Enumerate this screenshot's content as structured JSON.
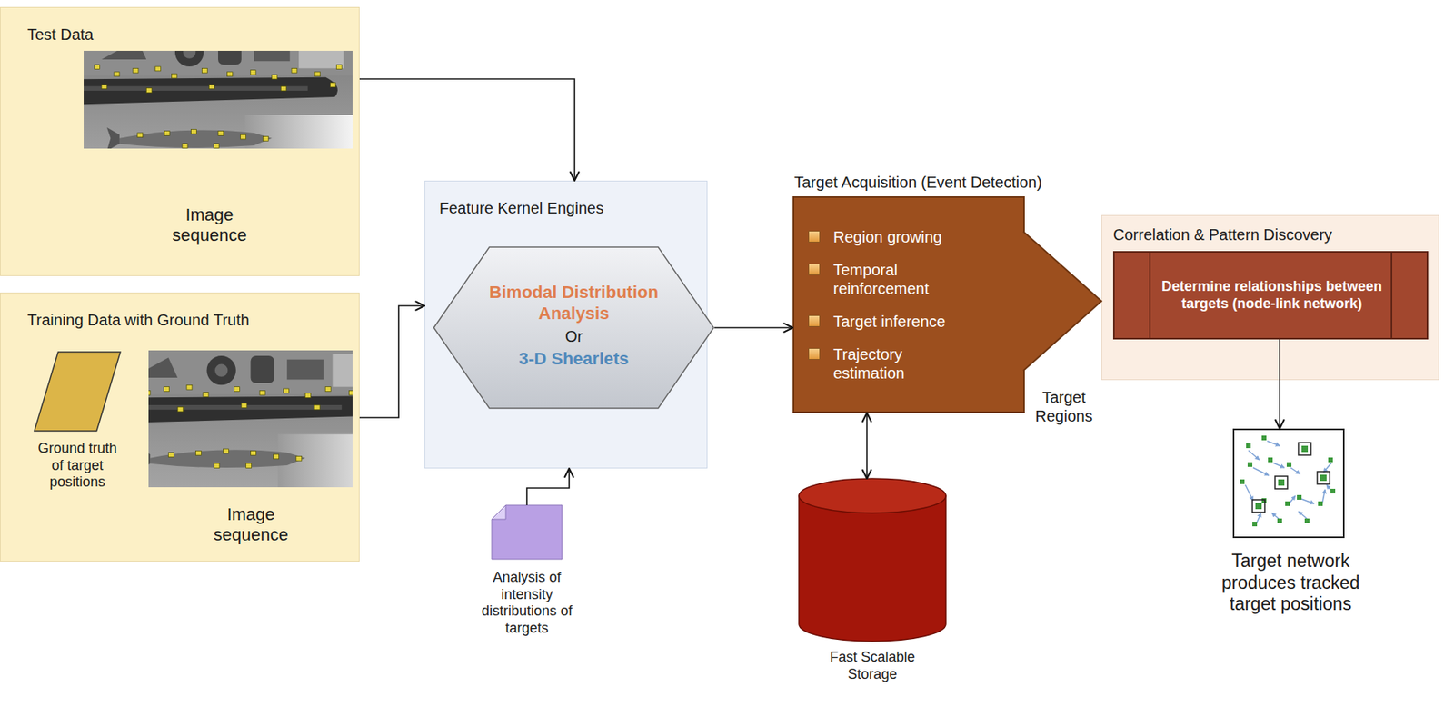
{
  "diagram": {
    "nodes": [
      {
        "text": [
          "Test Data",
          "Image sequence"
        ]
      },
      {
        "text": [
          "Training Data with Ground Truth",
          "Image sequence"
        ]
      },
      {
        "text": [
          "Ground truth of target positions"
        ],
        "in": 1
      },
      {
        "text": [
          "Feature Kernel Engines"
        ]
      },
      {
        "text": [
          "Bimodal Distribution Analysis",
          "Or",
          "3-D Shearlets"
        ],
        "in": 3
      },
      {
        "text": [
          "Analysis of intensity distributions of targets"
        ]
      },
      {
        "text": [
          "Target Acquisition (Event Detection)",
          "Region growing",
          "Temporal reinforcement",
          "Target inference",
          "Trajectory estimation"
        ]
      },
      {
        "text": [
          "Fast Scalable Storage"
        ]
      },
      {
        "text": [
          "Correlation & Pattern Discovery"
        ]
      },
      {
        "text": [
          "Determine relationships between targets (node-link network)"
        ],
        "in": 8
      },
      {
        "text": [
          "Target network produces tracked target positions"
        ]
      }
    ],
    "edges": [
      {
        "from": 0,
        "to": 3,
        "arrow": "to"
      },
      {
        "from": 1,
        "to": 3,
        "arrow": "to"
      },
      {
        "from": 5,
        "to": 3,
        "arrow": "to"
      },
      {
        "from": 4,
        "to": 6,
        "arrow": "to"
      },
      {
        "from": 6,
        "to": 7,
        "arrow": "both"
      },
      {
        "from": 6,
        "to": 8,
        "arrow": "to",
        "label": "Target Regions"
      },
      {
        "from": 9,
        "to": 10,
        "arrow": "to"
      }
    ]
  }
}
